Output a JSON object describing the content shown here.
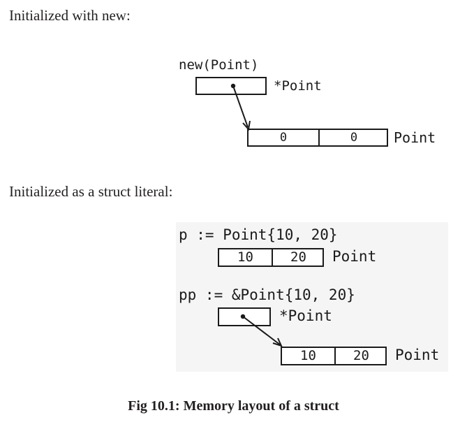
{
  "sections": {
    "new_heading": "Initialized with new:",
    "literal_heading": "Initialized as a struct literal:"
  },
  "new_example": {
    "expression": "new(Point)",
    "pointer_type": "*Point",
    "struct_type": "Point",
    "fields": [
      "0",
      "0"
    ]
  },
  "literal_example": {
    "value_expression": "p := Point{10, 20}",
    "value_fields": [
      "10",
      "20"
    ],
    "value_type": "Point",
    "pointer_expression": "pp := &Point{10, 20}",
    "pointer_type": "*Point",
    "target_fields": [
      "10",
      "20"
    ],
    "target_type": "Point"
  },
  "caption": "Fig 10.1: Memory layout of a struct"
}
